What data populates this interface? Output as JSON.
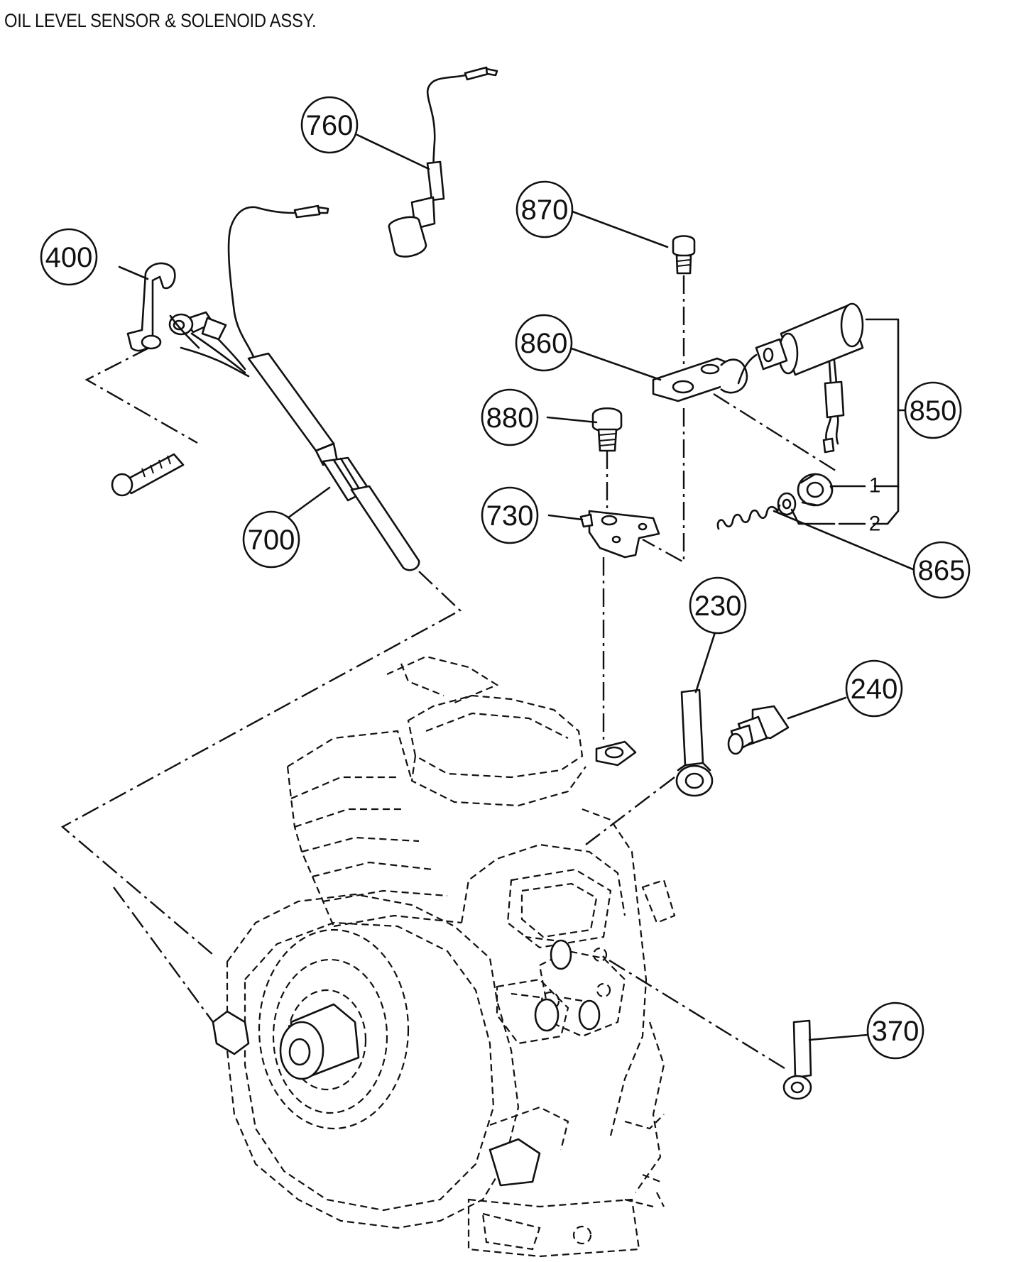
{
  "title": "OIL LEVEL SENSOR & SOLENOID ASSY.",
  "callouts": [
    {
      "id": "760",
      "label": "760"
    },
    {
      "id": "870",
      "label": "870"
    },
    {
      "id": "400",
      "label": "400"
    },
    {
      "id": "860",
      "label": "860"
    },
    {
      "id": "850",
      "label": "850"
    },
    {
      "id": "880",
      "label": "880"
    },
    {
      "id": "730",
      "label": "730"
    },
    {
      "id": "700",
      "label": "700"
    },
    {
      "id": "865",
      "label": "865"
    },
    {
      "id": "230",
      "label": "230"
    },
    {
      "id": "240",
      "label": "240"
    },
    {
      "id": "370",
      "label": "370"
    }
  ],
  "sub_labels": {
    "one": "1",
    "two": "2"
  }
}
